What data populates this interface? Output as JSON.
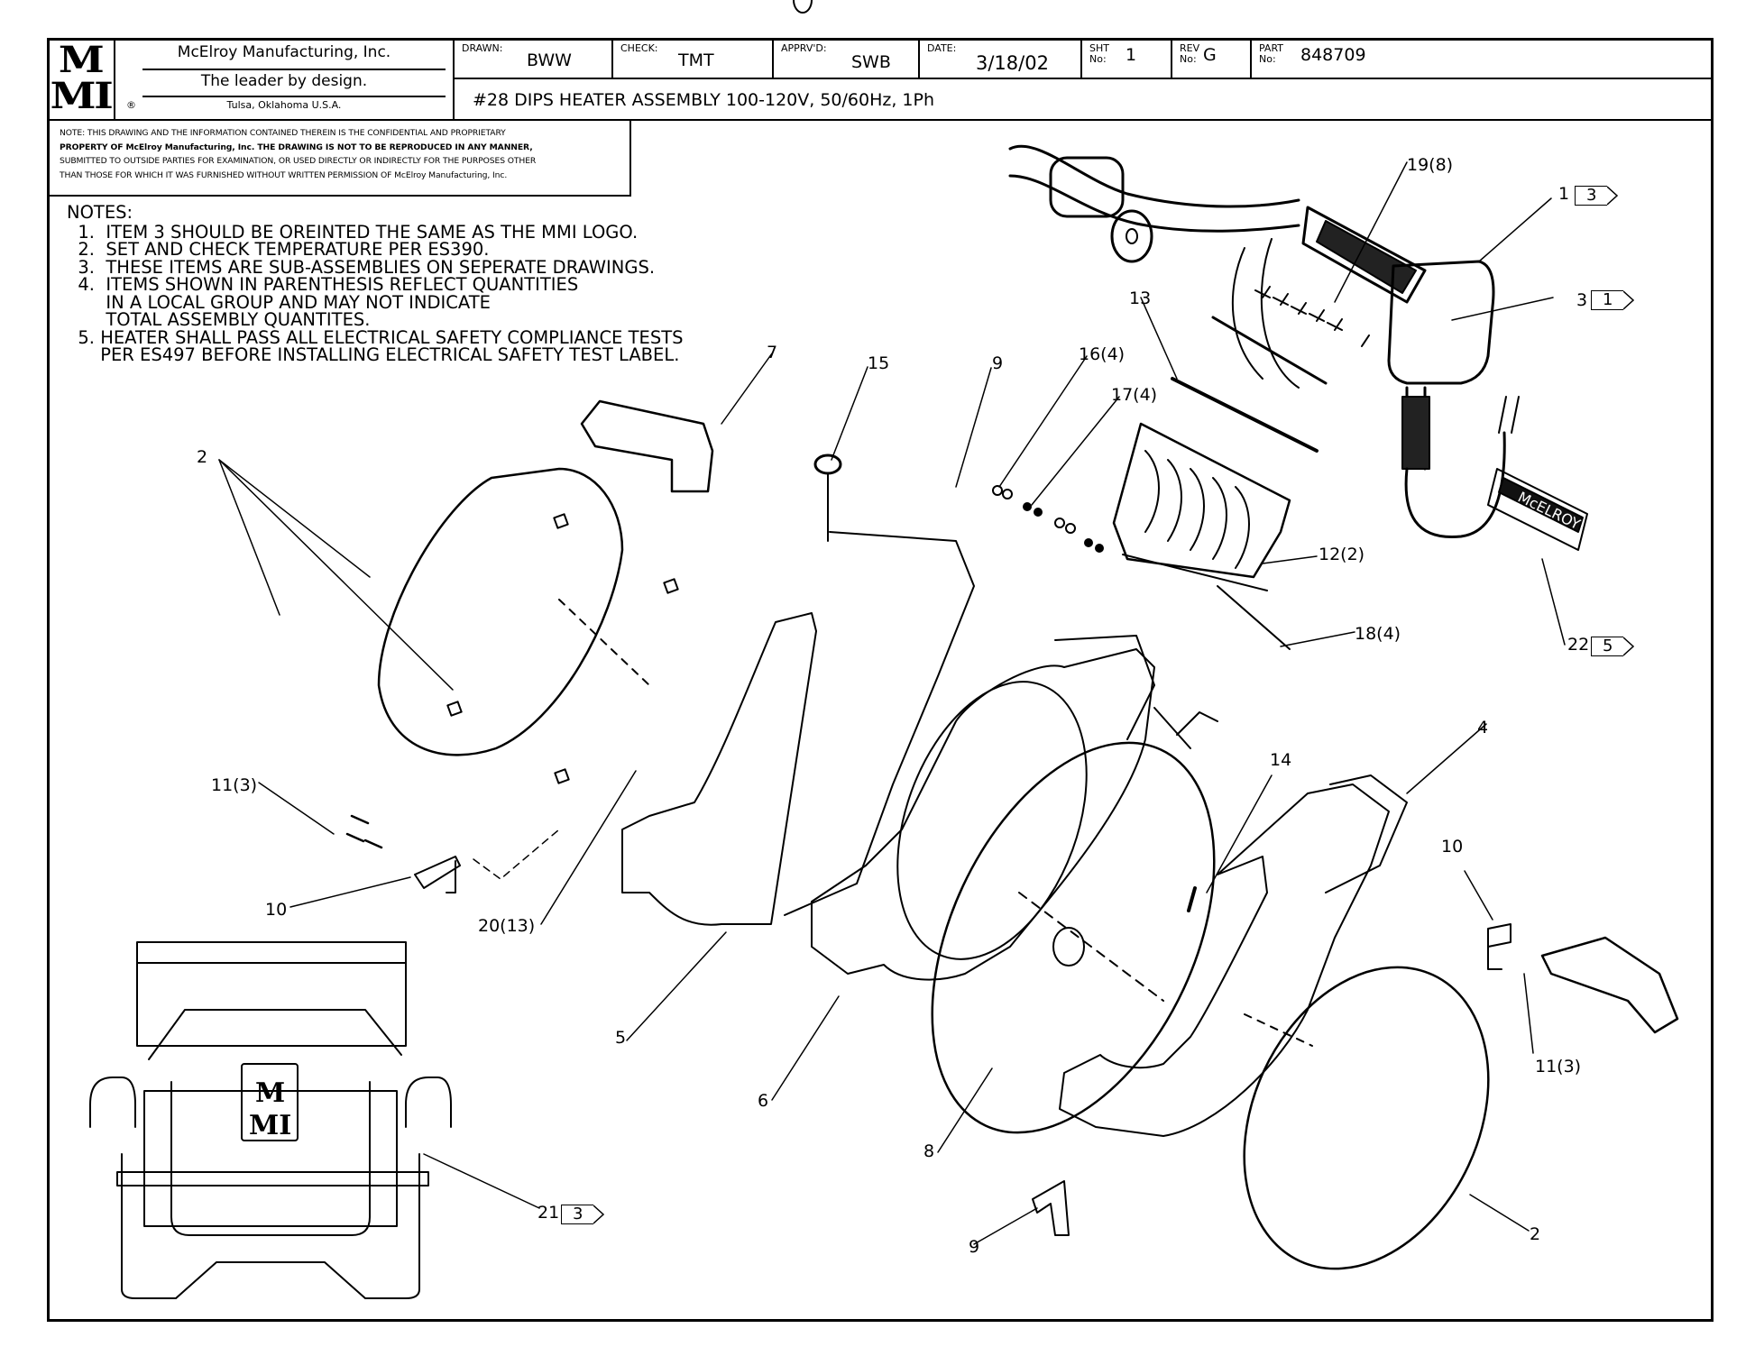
{
  "title_block": {
    "logo_text_top": "M",
    "logo_text_bottom": "MI",
    "company_name": "McElroy Manufacturing, Inc.",
    "tagline": "The leader by design.",
    "registered_mark": "®",
    "location": "Tulsa, Oklahoma U.S.A.",
    "drawn_label": "DRAWN:",
    "drawn_value": "BWW",
    "check_label": "CHECK:",
    "check_value": "TMT",
    "approved_label": "APPRV'D:",
    "approved_value": "SWB",
    "date_label": "DATE:",
    "date_value": "3/18/02",
    "sheet_label_1": "SHT",
    "sheet_label_2": "No:",
    "sheet_value": "1",
    "rev_label_1": "REV",
    "rev_label_2": "No:",
    "rev_value": "G",
    "part_label_1": "PART",
    "part_label_2": "No:",
    "part_value": "848709",
    "drawing_title": "#28 DIPS HEATER ASSEMBLY 100-120V, 50/60Hz, 1Ph"
  },
  "proprietary_note": {
    "line1": "NOTE: THIS DRAWING AND THE INFORMATION CONTAINED THEREIN IS THE CONFIDENTIAL AND PROPRIETARY",
    "line2": "PROPERTY OF McElroy Manufacturing, Inc. THE DRAWING IS NOT TO BE REPRODUCED IN ANY MANNER,",
    "line3": "SUBMITTED TO OUTSIDE PARTIES FOR EXAMINATION, OR USED DIRECTLY OR INDIRECTLY FOR THE PURPOSES OTHER",
    "line4": "THAN THOSE FOR WHICH IT WAS FURNISHED WITHOUT WRITTEN PERMISSION OF McElroy Manufacturing, Inc."
  },
  "notes": {
    "heading": "NOTES:",
    "items": [
      "  1.  ITEM 3 SHOULD BE OREINTED THE SAME AS THE MMI LOGO.",
      "  2.  SET AND CHECK TEMPERATURE PER ES390.",
      "  3.  THESE ITEMS ARE SUB-ASSEMBLIES ON SEPERATE DRAWINGS.",
      "  4.  ITEMS SHOWN IN PARENTHESIS REFLECT QUANTITIES",
      "       IN A LOCAL GROUP AND MAY NOT INDICATE",
      "       TOTAL ASSEMBLY QUANTITES.",
      "  5. HEATER SHALL PASS ALL ELECTRICAL SAFETY COMPLIANCE TESTS",
      "      PER ES497 BEFORE INSTALLING ELECTRICAL SAFETY TEST LABEL."
    ]
  },
  "callouts": {
    "c19": "19(8)",
    "c1": "1",
    "c1_flag": "3",
    "c3": "3",
    "c3_flag": "1",
    "c13": "13",
    "c16": "16(4)",
    "c17": "17(4)",
    "c7": "7",
    "c15": "15",
    "c9_top": "9",
    "c2_left": "2",
    "c12": "12(2)",
    "c18": "18(4)",
    "c22": "22",
    "c22_flag": "5",
    "c14": "14",
    "c4": "4",
    "c11_left": "11(3)",
    "c10_left": "10",
    "c20": "20(13)",
    "c10_right": "10",
    "c11_right": "11(3)",
    "c5": "5",
    "c6": "6",
    "c8": "8",
    "c21": "21",
    "c21_flag": "3",
    "c9_bottom": "9",
    "c2_right": "2"
  },
  "inset_logo": {
    "top": "M",
    "bottom": "MI"
  },
  "safety_label_text": "McELROY"
}
